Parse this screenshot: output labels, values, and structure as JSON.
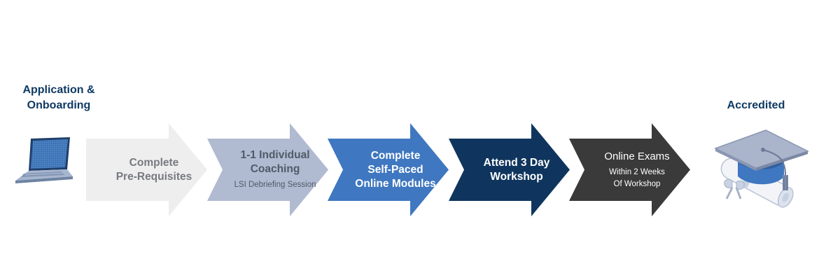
{
  "start": {
    "label": "Application &\nOnboarding"
  },
  "end": {
    "label": "Accredited"
  },
  "steps": [
    {
      "title": "Complete\nPre-Requisites",
      "subtitle": "",
      "color": "#eeeeee"
    },
    {
      "title": "1-1 Individual\nCoaching",
      "subtitle": "LSI Debriefing Session",
      "color": "#b0bad0"
    },
    {
      "title": "Complete\nSelf-Paced\nOnline Modules",
      "subtitle": "",
      "color": "#3f77c0"
    },
    {
      "title": "Attend 3 Day\nWorkshop",
      "subtitle": "",
      "color": "#0f355e"
    },
    {
      "title": "Online Exams",
      "subtitle": "Within 2 Weeks\nOf Workshop",
      "color": "#3a3a3a"
    }
  ],
  "icons": {
    "start": "laptop-icon",
    "end": "graduation-cap-diploma-icon"
  }
}
